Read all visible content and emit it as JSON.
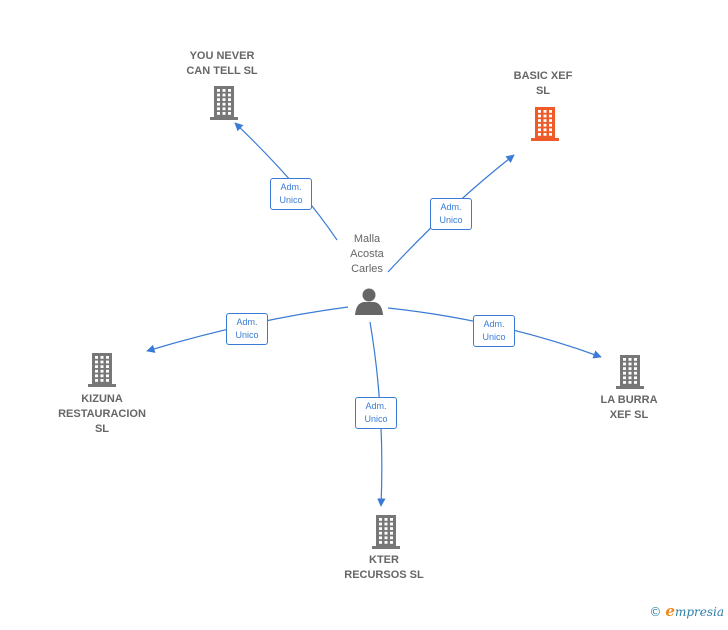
{
  "colors": {
    "edge": "#3a7bd5",
    "company_icon": "#777777",
    "highlight_icon": "#f05a28",
    "person_icon": "#666666",
    "label_text": "#666666"
  },
  "center": {
    "name": "Malla\nAcosta\nCarles",
    "icon": "person-icon"
  },
  "nodes": [
    {
      "id": "you-never",
      "label": "YOU NEVER\nCAN TELL  SL",
      "icon": "building-icon",
      "highlight": false
    },
    {
      "id": "basic-xef",
      "label": "BASIC XEF\nSL",
      "icon": "building-icon",
      "highlight": true
    },
    {
      "id": "kizuna",
      "label": "KIZUNA\nRESTAURACION\nSL",
      "icon": "building-icon",
      "highlight": false
    },
    {
      "id": "la-burra",
      "label": "LA BURRA\nXEF  SL",
      "icon": "building-icon",
      "highlight": false
    },
    {
      "id": "kter",
      "label": "KTER\nRECURSOS  SL",
      "icon": "building-icon",
      "highlight": false
    }
  ],
  "edges": [
    {
      "to": "you-never",
      "label": "Adm.\nUnico"
    },
    {
      "to": "basic-xef",
      "label": "Adm.\nUnico"
    },
    {
      "to": "kizuna",
      "label": "Adm.\nUnico"
    },
    {
      "to": "la-burra",
      "label": "Adm.\nUnico"
    },
    {
      "to": "kter",
      "label": "Adm.\nUnico"
    }
  ],
  "footer": {
    "copyright": "©",
    "brand_initial": "e",
    "brand_rest": "mpresia"
  }
}
